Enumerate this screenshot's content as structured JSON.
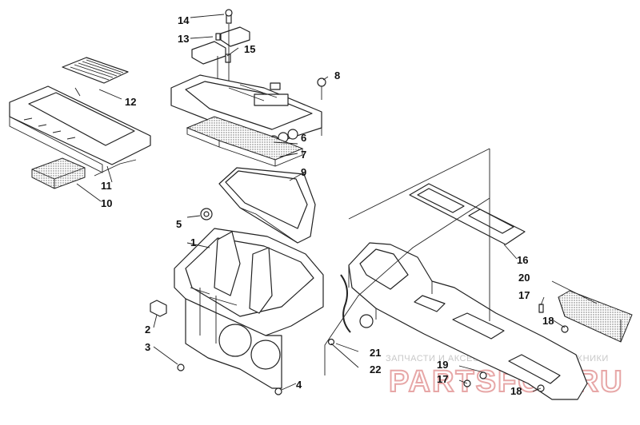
{
  "callouts": {
    "c1": "1",
    "c2": "2",
    "c3": "3",
    "c4": "4",
    "c5": "5",
    "c6": "6",
    "c7": "7",
    "c8": "8",
    "c9": "9",
    "c10": "10",
    "c11": "11",
    "c12": "12",
    "c13": "13",
    "c14": "14",
    "c15": "15",
    "c16": "16",
    "c17a": "17",
    "c17b": "17",
    "c18a": "18",
    "c18b": "18",
    "c19": "19",
    "c20": "20",
    "c21": "21",
    "c22": "22"
  },
  "watermark": {
    "line1": "ЗАПЧАСТИ И АКСЕССУАРЫ ДЛЯ МОТОТЕХНИКИ",
    "line2": "PARTSFOR.RU"
  },
  "colors": {
    "line": "#222222",
    "watermark_text": "#c8c8c8",
    "watermark_logo": "#e7a7a7"
  }
}
